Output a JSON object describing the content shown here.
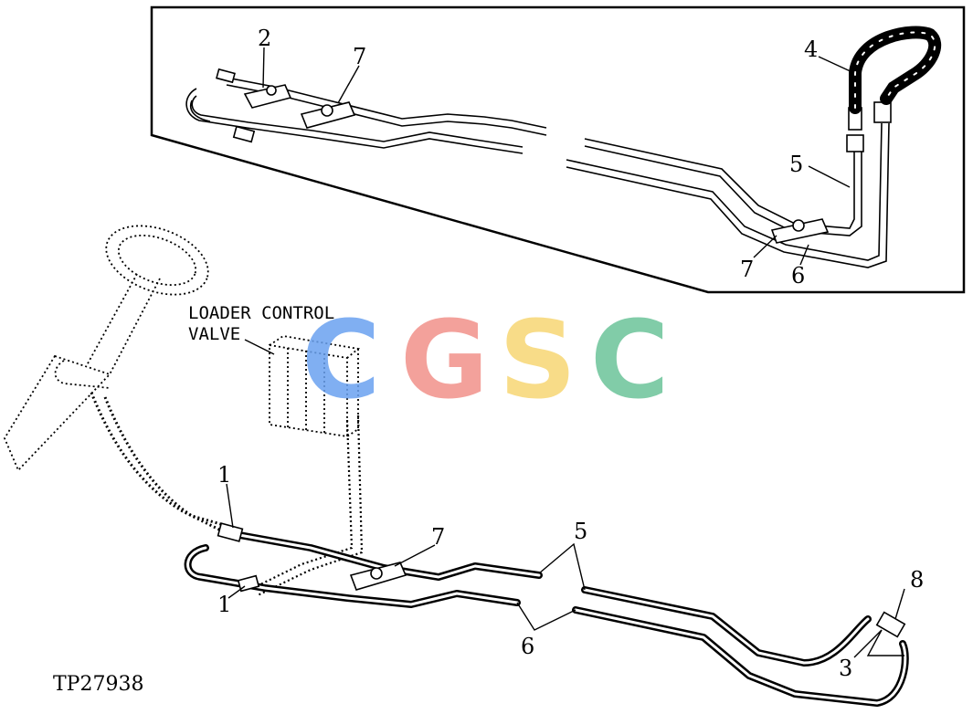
{
  "figure_id": "TP27938",
  "component_label": {
    "line1": "LOADER CONTROL",
    "line2": "VALVE"
  },
  "callouts": {
    "top_2": "2",
    "top_7": "7",
    "top_4": "4",
    "top_5": "5",
    "top_7b": "7",
    "top_6": "6",
    "bot_1a": "1",
    "bot_1b": "1",
    "bot_7": "7",
    "bot_5": "5",
    "bot_6": "6",
    "bot_8": "8",
    "bot_3": "3"
  },
  "watermark": {
    "letters": [
      "C",
      "G",
      "S",
      "C"
    ],
    "colors": [
      "#6aa2f0",
      "#f2918a",
      "#f7d774",
      "#6cc49a"
    ]
  }
}
